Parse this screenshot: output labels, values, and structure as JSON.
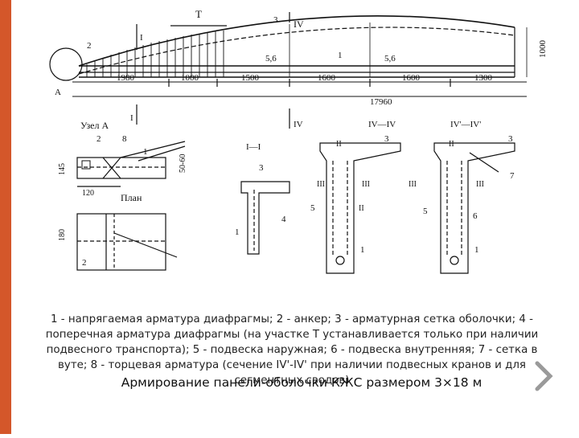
{
  "slide": {
    "accent_color": "#d4572a",
    "caption": "1 - напрягаемая арматура диафрагмы; 2 - анкер; 3 - арматурная сетка оболочки; 4 - поперечная арматура диафрагмы (на участке Т устанавливается только при наличии подвесного транспорта); 5 - подвеска наружная; 6 - подвеска внутренняя; 7 - сетка в вуте; 8 - торцевая арматура (сечение IV'-IV' при наличии подвесных кранов и для сегментных сводов)",
    "title": "Армирование панели-оболочки КЖС размером 3×18 м",
    "next_icon": "chevron-right-icon"
  },
  "drawing": {
    "labels": {
      "T": "T",
      "n1": "1",
      "n2": "2",
      "n3": "3",
      "sec_I": "I",
      "sec_IV": "IV",
      "dim_56a": "5,6",
      "dim_56b": "5,6",
      "height": "1000",
      "A": "A",
      "spans": [
        "1980",
        "1000",
        "1500",
        "1600",
        "1600",
        "1300"
      ],
      "total": "17960",
      "node_A": "Узел A",
      "plan": "План",
      "d145": "145",
      "d5060": "50-60",
      "d120": "120",
      "d180": "180",
      "n8": "8",
      "n4": "4",
      "n5": "5",
      "n6": "6",
      "n7": "7",
      "sec_I_I": "I—I",
      "sec_IV_IV": "IV—IV",
      "sec_IVp_IVp": "IV'—IV'",
      "II": "II",
      "III": "III"
    }
  }
}
